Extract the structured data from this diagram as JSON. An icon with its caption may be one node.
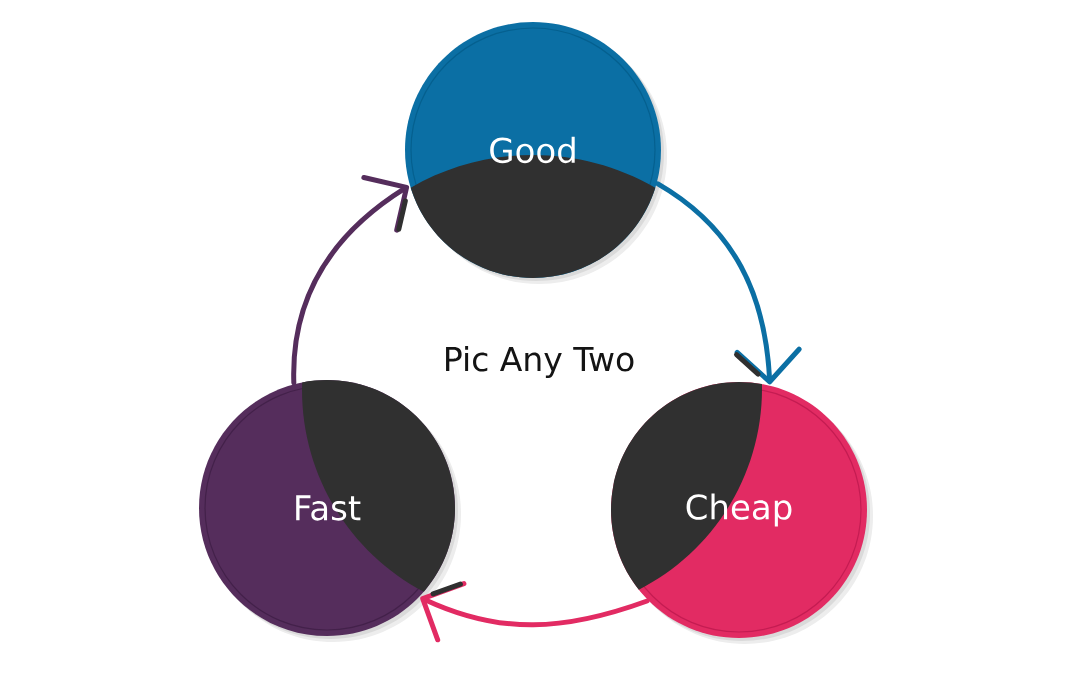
{
  "diagram": {
    "nodes": [
      {
        "text": [
          "Good"
        ]
      },
      {
        "text": [
          "Fast"
        ]
      },
      {
        "text": [
          "Cheap"
        ]
      }
    ],
    "edges": [
      {
        "from": 0,
        "to": 2,
        "arrow": "to",
        "color": "#0b6fa4"
      },
      {
        "from": 2,
        "to": 1,
        "arrow": "to",
        "color": "#e22b63"
      },
      {
        "from": 1,
        "to": 0,
        "arrow": "to",
        "color": "#552d5c"
      }
    ],
    "labels": [
      "Pic Any Two"
    ]
  }
}
